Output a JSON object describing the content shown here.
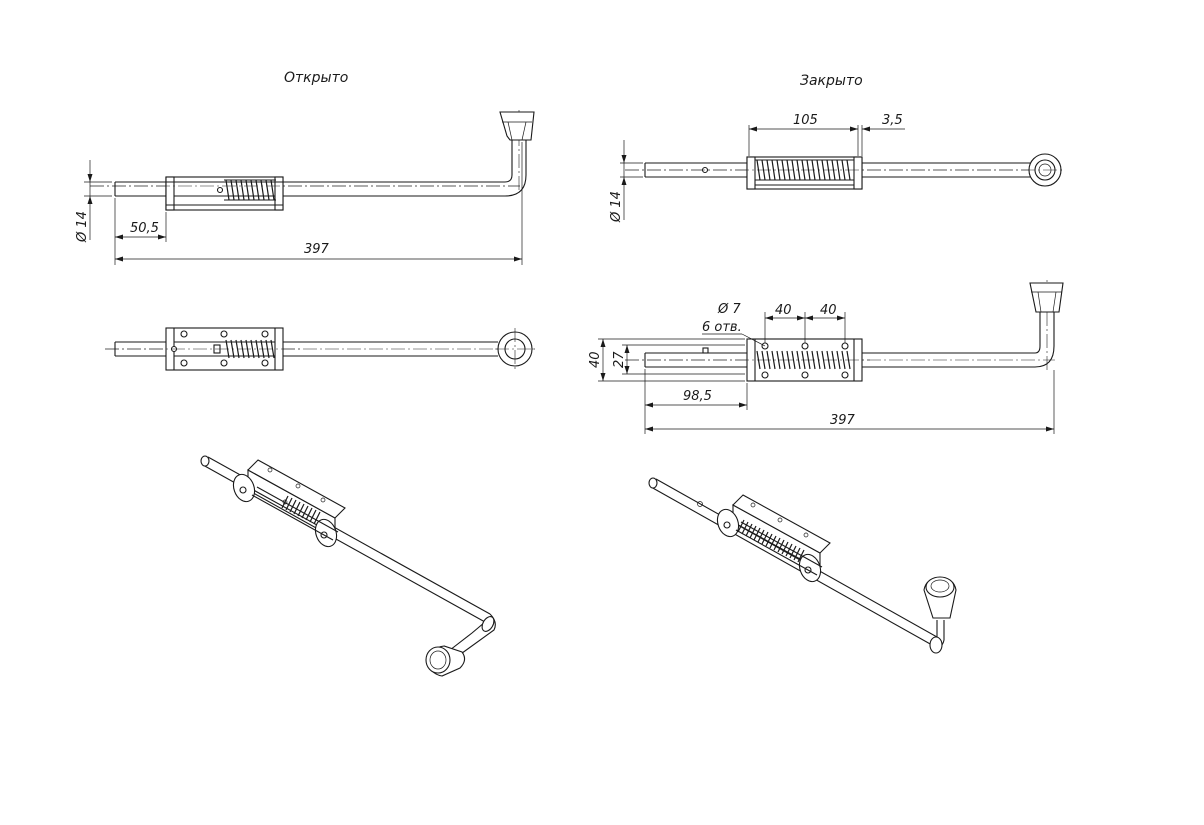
{
  "titles": {
    "open": "Открыто",
    "closed": "Закрыто"
  },
  "dims": {
    "open_dia": "Ø 14",
    "open_offset": "50,5",
    "open_length": "397",
    "closed_gap_len": "105",
    "closed_gap": "3,5",
    "closed_dia": "Ø 14",
    "hole_dia": "Ø 7",
    "hole_count": "6 отв.",
    "hole_pitch_1": "40",
    "hole_pitch_2": "40",
    "height_40": "40",
    "height_27": "27",
    "offset_98": "98,5",
    "closed_length": "397"
  },
  "colors": {
    "line": "#1a1a1a",
    "background": "#ffffff"
  }
}
